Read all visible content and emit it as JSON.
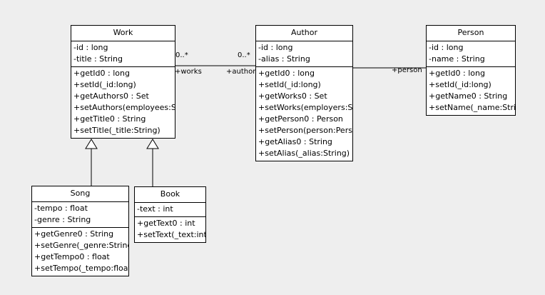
{
  "diagram": {
    "type": "uml-class-diagram",
    "background_color": "#eeeeee",
    "box_fill_color": "#ffffff",
    "line_color": "#000000"
  },
  "classes": {
    "work": {
      "name": "Work",
      "attributes": [
        "-id : long",
        "-title : String"
      ],
      "operations": [
        "+getId0 : long",
        "+setId(_id:long)",
        "+getAuthors0 : Set",
        "+setAuthors(employees:Set)",
        "+getTitle0 : String",
        "+setTitle(_title:String)"
      ]
    },
    "author": {
      "name": "Author",
      "attributes": [
        "-id : long",
        "-alias : String"
      ],
      "operations": [
        "+getId0 : long",
        "+setId(_id:long)",
        "+getWorks0 : Set",
        "+setWorks(employers:Set)",
        "+getPerson0 : Person",
        "+setPerson(person:Person)",
        "+getAlias0 : String",
        "+setAlias(_alias:String)"
      ]
    },
    "person": {
      "name": "Person",
      "attributes": [
        "-id : long",
        "-name : String"
      ],
      "operations": [
        "+getId0 : long",
        "+setId(_id:long)",
        "+getName0 : String",
        "+setName(_name:String)"
      ]
    },
    "song": {
      "name": "Song",
      "attributes": [
        "-tempo : float",
        "-genre : String"
      ],
      "operations": [
        "+getGenre0 : String",
        "+setGenre(_genre:String)",
        "+getTempo0 : float",
        "+setTempo(_tempo:float)"
      ]
    },
    "book": {
      "name": "Book",
      "attributes": [
        "-text : int"
      ],
      "operations": [
        "+getText0 : int",
        "+setText(_text:int)"
      ]
    }
  },
  "relationships": {
    "work_author": {
      "kind": "association",
      "source_multiplicity": "0..*",
      "target_multiplicity": "0..*",
      "source_role": "+works",
      "target_role": "+authors"
    },
    "author_person": {
      "kind": "directed-association",
      "target_role": "+person"
    },
    "song_work": {
      "kind": "generalization"
    },
    "book_work": {
      "kind": "generalization"
    }
  }
}
